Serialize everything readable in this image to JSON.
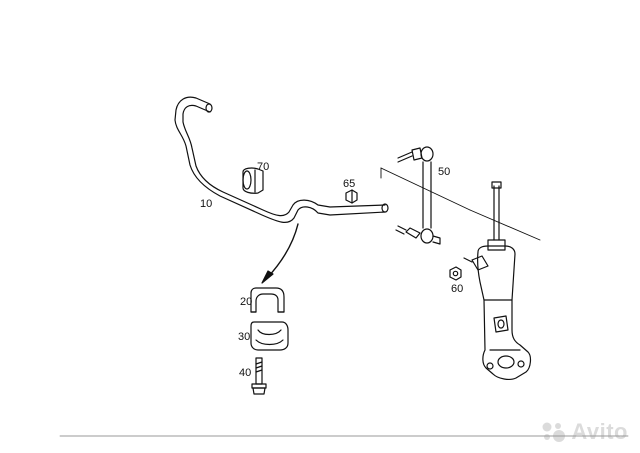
{
  "diagram": {
    "part_numbers": [
      {
        "id": "stabilizer-bar",
        "number": "10"
      },
      {
        "id": "clamp",
        "number": "20"
      },
      {
        "id": "rubber-bushing",
        "number": "30"
      },
      {
        "id": "bolt",
        "number": "40"
      },
      {
        "id": "link-rod",
        "number": "50"
      },
      {
        "id": "nut-60",
        "number": "60"
      },
      {
        "id": "nut-65",
        "number": "65"
      },
      {
        "id": "bushing-70",
        "number": "70"
      }
    ]
  },
  "watermark": {
    "text": "Avito",
    "color": "#9a9a9a"
  },
  "colors": {
    "line": "#111111",
    "background": "#ffffff"
  }
}
